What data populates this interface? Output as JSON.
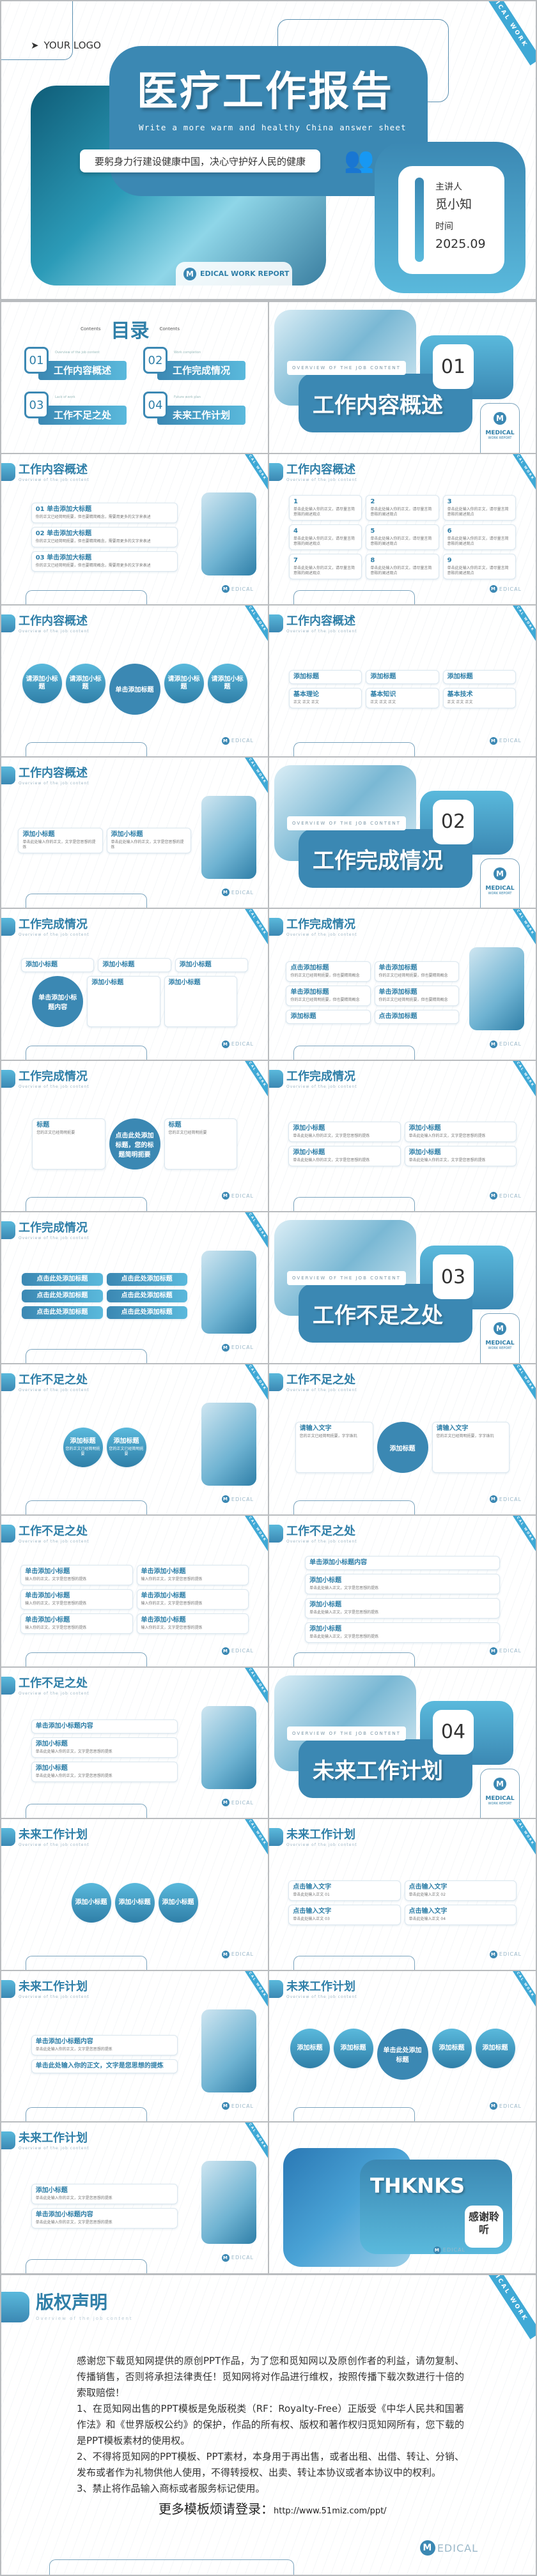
{
  "colors": {
    "primary": "#3b88b3",
    "accent": "#5ab9dc",
    "title": "#2f7fa8"
  },
  "ribbon": "DICAL WORK",
  "footer_brand": {
    "m": "M",
    "text": "EDICAL"
  },
  "header_subtitle": "Overview of the job content",
  "cover": {
    "logo_icon": "paper-plane-icon",
    "logo": "YOUR LOGO",
    "title": "医疗工作报告",
    "subtitle": "Write a more warm and healthy China answer sheet",
    "slogan": "要躬身力行建设健康中国，决心守护好人民的健康",
    "people_icon": "group-icon",
    "presenter_label": "主讲人",
    "presenter": "觅小知",
    "time_label": "时间",
    "date": "2025.09",
    "badge_m": "M",
    "badge": "EDICAL WORK REPORT"
  },
  "slides": [
    {
      "type": "toc",
      "title": "目录",
      "en": "Contents",
      "items": [
        {
          "num": "01",
          "en": "Overview of the job content",
          "cn": "工作内容概述"
        },
        {
          "num": "02",
          "en": "Work completion",
          "cn": "工作完成情况"
        },
        {
          "num": "03",
          "en": "Lack of work",
          "cn": "工作不足之处"
        },
        {
          "num": "04",
          "en": "Future work plan",
          "cn": "未来工作计划"
        }
      ]
    },
    {
      "type": "section",
      "num": "01",
      "title": "工作内容概述",
      "en": "OVERVIEW OF THE JOB CONTENT",
      "card_m": "M",
      "card_title": "MEDICAL",
      "card_sub": "WORK REPORT"
    },
    {
      "type": "content",
      "title": "工作内容概述",
      "layout": "cols1",
      "image": true,
      "items": [
        {
          "title": "01 单击添加大标题",
          "text": "你的正文已经简明扼要，但也要精简概念，需要用更多的文字来表述"
        },
        {
          "title": "02 单击添加大标题",
          "text": "你的正文已经简明扼要，但也要精简概念，需要用更多的文字来表述"
        },
        {
          "title": "03 单击添加大标题",
          "text": "你的正文已经简明扼要，但也要精简概念，需要用更多的文字来表述"
        }
      ]
    },
    {
      "type": "content",
      "title": "工作内容概述",
      "layout": "cols3",
      "items": [
        {
          "title": "1",
          "text": "单击此处输入你的正文，请尽量言简意赅的阐述观点"
        },
        {
          "title": "2",
          "text": "单击此处输入你的正文，请尽量言简意赅的阐述观点"
        },
        {
          "title": "3",
          "text": "单击此处输入你的正文，请尽量言简意赅的阐述观点"
        },
        {
          "title": "4",
          "text": "单击此处输入你的正文，请尽量言简意赅的阐述观点"
        },
        {
          "title": "5",
          "text": "单击此处输入你的正文，请尽量言简意赅的阐述观点"
        },
        {
          "title": "6",
          "text": "单击此处输入你的正文，请尽量言简意赅的阐述观点"
        },
        {
          "title": "7",
          "text": "单击此处输入你的正文，请尽量言简意赅的阐述观点"
        },
        {
          "title": "8",
          "text": "单击此处输入你的正文，请尽量言简意赅的阐述观点"
        },
        {
          "title": "9",
          "text": "单击此处输入你的正文，请尽量言简意赅的阐述观点"
        }
      ]
    },
    {
      "type": "content",
      "title": "工作内容概述",
      "layout": "circ",
      "center": "单击添加标题",
      "items": [
        {
          "title": "请添加小标题"
        },
        {
          "title": "请添加小标题"
        },
        {
          "title": "请添加小标题"
        },
        {
          "title": "请添加小标题"
        }
      ]
    },
    {
      "type": "content",
      "title": "工作内容概述",
      "layout": "cols3",
      "items": [
        {
          "title": "添加标题"
        },
        {
          "title": "添加标题"
        },
        {
          "title": "添加标题"
        },
        {
          "title": "基本理论",
          "text": "正文 正文 正文"
        },
        {
          "title": "基本知识",
          "text": "正文 正文 正文"
        },
        {
          "title": "基本技术",
          "text": "正文 正文 正文"
        }
      ]
    },
    {
      "type": "content",
      "title": "工作内容概述",
      "layout": "cols2",
      "image": true,
      "items": [
        {
          "title": "添加小标题",
          "text": "单击此处输入你的正文，文字是您思想的提炼"
        },
        {
          "title": "添加小标题",
          "text": "单击此处输入你的正文，文字是您思想的提炼"
        }
      ]
    },
    {
      "type": "section",
      "num": "02",
      "title": "工作完成情况",
      "en": "OVERVIEW OF THE JOB CONTENT",
      "card_m": "M",
      "card_title": "MEDICAL",
      "card_sub": "WORK REPORT"
    },
    {
      "type": "content",
      "title": "工作完成情况",
      "layout": "cols3",
      "center": "单击添加小标题内容",
      "items": [
        {
          "title": "添加小标题"
        },
        {
          "title": "添加小标题"
        },
        {
          "title": "添加小标题"
        },
        {
          "title": "添加小标题"
        },
        {
          "title": "添加小标题"
        }
      ]
    },
    {
      "type": "content",
      "title": "工作完成情况",
      "layout": "cols2",
      "image": true,
      "items": [
        {
          "title": "点击添加标题",
          "text": "你的正文已经简明扼要，但也要精简概念"
        },
        {
          "title": "单击添加标题",
          "text": "你的正文已经简明扼要，但也要精简概念"
        },
        {
          "title": "单击添加标题",
          "text": "你的正文已经简明扼要，但也要精简概念"
        },
        {
          "title": "单击添加标题",
          "text": "你的正文已经简明扼要，但也要精简概念"
        },
        {
          "title": "添加标题"
        },
        {
          "title": "点击添加标题"
        }
      ]
    },
    {
      "type": "content",
      "title": "工作完成情况",
      "layout": "cols3",
      "center": "点击此处添加标题，您的标题简明扼要",
      "items": [
        {
          "title": "标题",
          "text": "您的正文已经简明扼要"
        },
        {
          "title": "标题",
          "text": "您的正文已经简明扼要"
        }
      ]
    },
    {
      "type": "content",
      "title": "工作完成情况",
      "layout": "cols2",
      "items": [
        {
          "title": "添加小标题",
          "text": "单击此处输入你的正文，文字是您思想的提炼"
        },
        {
          "title": "添加小标题",
          "text": "单击此处输入你的正文，文字是您思想的提炼"
        },
        {
          "title": "添加小标题",
          "text": "单击此处输入你的正文，文字是您思想的提炼"
        },
        {
          "title": "添加小标题",
          "text": "单击此处输入你的正文，文字是您思想的提炼"
        }
      ]
    },
    {
      "type": "content",
      "title": "工作完成情况",
      "layout": "pill",
      "image": true,
      "items": [
        {
          "title": "点击此处添加标题"
        },
        {
          "title": "点击此处添加标题"
        },
        {
          "title": "点击此处添加标题"
        },
        {
          "title": "点击此处添加标题"
        },
        {
          "title": "点击此处添加标题"
        },
        {
          "title": "点击此处添加标题"
        }
      ]
    },
    {
      "type": "section",
      "num": "03",
      "title": "工作不足之处",
      "en": "OVERVIEW OF THE JOB CONTENT",
      "card_m": "M",
      "card_title": "MEDICAL",
      "card_sub": "WORK REPORT"
    },
    {
      "type": "content",
      "title": "工作不足之处",
      "layout": "circ",
      "image": true,
      "items": [
        {
          "title": "添加标题",
          "text": "您的正文已经简明扼要"
        },
        {
          "title": "添加标题",
          "text": "您的正文已经简明扼要"
        }
      ]
    },
    {
      "type": "content",
      "title": "工作不足之处",
      "layout": "cols2",
      "center": "添加标题",
      "items": [
        {
          "title": "请输入文字",
          "text": "您的正文已经简明扼要，字字珠玑"
        },
        {
          "title": "请输入文字",
          "text": "您的正文已经简明扼要，字字珠玑"
        }
      ]
    },
    {
      "type": "content",
      "title": "工作不足之处",
      "layout": "cols2",
      "items": [
        {
          "title": "单击添加小标题",
          "text": "输入你的正文，文字是您思想的提炼"
        },
        {
          "title": "单击添加小标题",
          "text": "输入你的正文，文字是您思想的提炼"
        },
        {
          "title": "单击添加小标题",
          "text": "输入你的正文，文字是您思想的提炼"
        },
        {
          "title": "单击添加小标题",
          "text": "输入你的正文，文字是您思想的提炼"
        },
        {
          "title": "单击添加小标题",
          "text": "输入你的正文，文字是您思想的提炼"
        },
        {
          "title": "单击添加小标题",
          "text": "输入你的正文，文字是您思想的提炼"
        }
      ]
    },
    {
      "type": "content",
      "title": "工作不足之处",
      "layout": "cols1",
      "items": [
        {
          "title": "单击添加小标题内容"
        },
        {
          "title": "添加小标题",
          "text": "单击此处输入正文，文字是您思想的提炼"
        },
        {
          "title": "添加小标题",
          "text": "单击此处输入正文，文字是您思想的提炼"
        },
        {
          "title": "添加小标题",
          "text": "单击此处输入正文，文字是您思想的提炼"
        }
      ]
    },
    {
      "type": "content",
      "title": "工作不足之处",
      "layout": "cols1",
      "image": true,
      "items": [
        {
          "title": "单击添加小标题内容"
        },
        {
          "title": "添加小标题",
          "text": "单击此处输入你的正文，文字是您思想的提炼"
        },
        {
          "title": "添加小标题",
          "text": "单击此处输入你的正文，文字是您思想的提炼"
        }
      ]
    },
    {
      "type": "section",
      "num": "04",
      "title": "未来工作计划",
      "en": "OVERVIEW OF THE JOB CONTENT",
      "card_m": "M",
      "card_title": "MEDICAL",
      "card_sub": "WORK REPORT"
    },
    {
      "type": "content",
      "title": "未来工作计划",
      "layout": "circ",
      "items": [
        {
          "title": "添加小标题"
        },
        {
          "title": "添加小标题"
        },
        {
          "title": "添加小标题"
        }
      ]
    },
    {
      "type": "content",
      "title": "未来工作计划",
      "layout": "cols2",
      "items": [
        {
          "title": "点击输入文字",
          "text": "单击此处输入正文 01"
        },
        {
          "title": "点击输入文字",
          "text": "单击此处输入正文 02"
        },
        {
          "title": "点击输入文字",
          "text": "单击此处输入正文 03"
        },
        {
          "title": "点击输入文字",
          "text": "单击此处输入正文 04"
        }
      ]
    },
    {
      "type": "content",
      "title": "未来工作计划",
      "layout": "cols1",
      "image": true,
      "items": [
        {
          "title": "单击添加小标题内容",
          "text": "单击此处输入你的正文，文字是您思想的提炼"
        },
        {
          "title": "单击此处输入你的正文，文字是您思想的提炼"
        }
      ]
    },
    {
      "type": "content",
      "title": "未来工作计划",
      "layout": "circ",
      "center": "单击此处添加标题",
      "items": [
        {
          "title": "添加标题"
        },
        {
          "title": "添加标题"
        },
        {
          "title": "添加标题"
        },
        {
          "title": "添加标题"
        }
      ]
    },
    {
      "type": "content",
      "title": "未来工作计划",
      "layout": "cols1",
      "image": true,
      "items": [
        {
          "title": "添加小标题",
          "text": "单击此处输入你的正文，文字是您思想的提炼"
        },
        {
          "title": "单击添加小标题内容",
          "text": "单击此处输入你的正文，文字是您思想的提炼"
        }
      ]
    },
    {
      "type": "thanks",
      "title": "THKNKS",
      "cn": "感谢聆听"
    }
  ],
  "copyright": {
    "title": "版权声明",
    "subtitle": "Overview of the job content",
    "paragraphs": [
      "感谢您下载觅知网提供的原创PPT作品，为了您和觅知网以及原创作者的利益，请勿复制、传播销售，否则将承担法律责任！觅知网将对作品进行维权，按照传播下载次数进行十倍的索取赔偿！",
      "1、在觅知网出售的PPT模板是免版税类（RF：Royalty-Free）正版受《中华人民共和国著作法》和《世界版权公约》的保护，作品的所有权、版权和著作权归觅知网所有，您下载的是PPT模板素材的使用权。",
      "2、不得将觅知网的PPT模板、PPT素材，本身用于再出售，或者出租、出借、转让、分销、发布或者作为礼物供他人使用，不得转授权、出卖、转让本协议或者本协议中的权利。",
      "3、禁止将作品输入商标或者服务标记使用。"
    ],
    "more_label": "更多模板烦请登录：",
    "more_url": "http://www.51miz.com/ppt/"
  }
}
